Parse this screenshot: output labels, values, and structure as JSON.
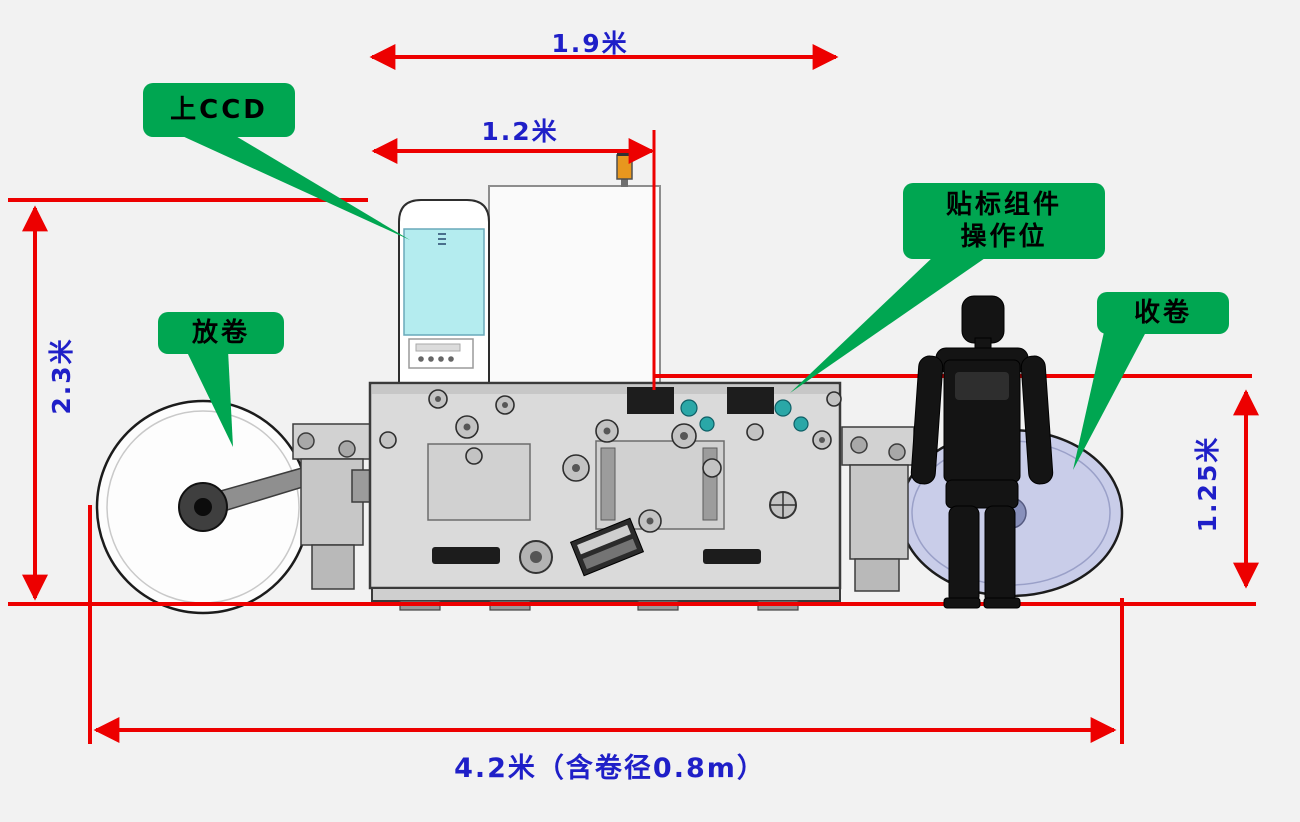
{
  "colors": {
    "background": "#f2f2f2",
    "dimension_line_red": "#ed0000",
    "dimension_text_blue": "#1f1fc8",
    "callout_green": "#00a651",
    "ccd_screen_cyan": "#b4ecef",
    "rewind_roll_lavender": "#c9cde9",
    "signal_light_orange": "#e8971e"
  },
  "callouts": {
    "top_ccd": "上CCD",
    "labeling_line1": "贴标组件",
    "labeling_line2": "操作位",
    "unwind": "放卷",
    "rewind": "收卷"
  },
  "dimensions": {
    "top_width": "1.9米",
    "inner_width": "1.2米",
    "left_height": "2.3米",
    "right_height": "1.25米",
    "total_width": "4.2米（含卷径0.8m）"
  }
}
